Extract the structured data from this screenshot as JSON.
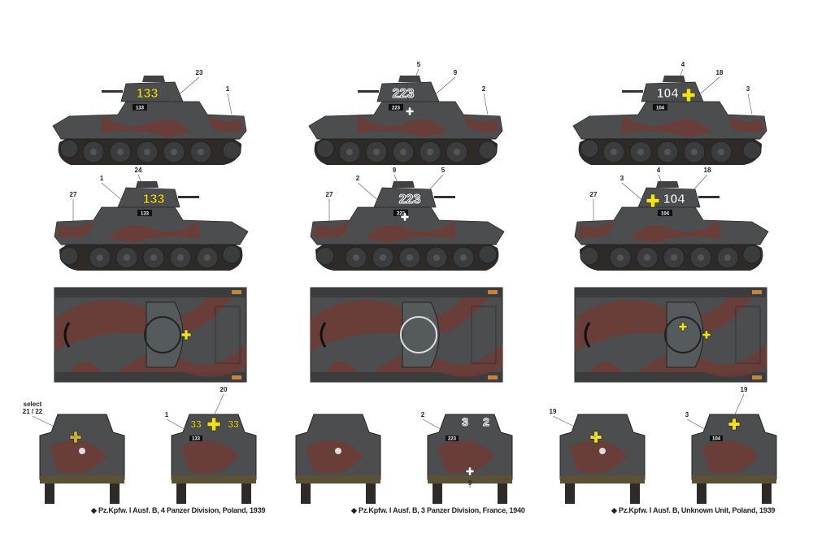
{
  "colors": {
    "grey": "#4b4d4e",
    "camo": "#6e3b35",
    "track": "#2d2a27",
    "yellow": "#f2e21a",
    "white": "#ffffff",
    "mud": "#5a5035"
  },
  "schemes": [
    {
      "caption": "Pz.Kpfw. I Ausf. B, 4 Panzer Division, Poland, 1939",
      "turret_number": "133",
      "plate_number": "133",
      "number_style": "yellow",
      "side_right_callouts": [
        "23",
        "1"
      ],
      "side_left_callouts": [
        "24",
        "1",
        "27"
      ],
      "front_callout": "select\n21 / 22",
      "rear_callouts": [
        "1",
        "20"
      ]
    },
    {
      "caption": "Pz.Kpfw. I Ausf. B, 3 Panzer Division, France, 1940",
      "turret_number": "223",
      "plate_number": "223",
      "number_style": "outline",
      "side_right_callouts": [
        "5",
        "9",
        "2"
      ],
      "side_left_callouts": [
        "5",
        "9",
        "2",
        "27"
      ],
      "front_callout": "",
      "rear_callouts": [
        "2",
        "9"
      ]
    },
    {
      "caption": "Pz.Kpfw. I Ausf. B, Unknown Unit, Poland, 1939",
      "turret_number": "104",
      "plate_number": "104",
      "number_style": "white",
      "side_right_callouts": [
        "4",
        "18",
        "3"
      ],
      "side_left_callouts": [
        "18",
        "4",
        "3",
        "27"
      ],
      "front_callout": "19",
      "rear_callouts": [
        "3",
        "19"
      ]
    }
  ]
}
